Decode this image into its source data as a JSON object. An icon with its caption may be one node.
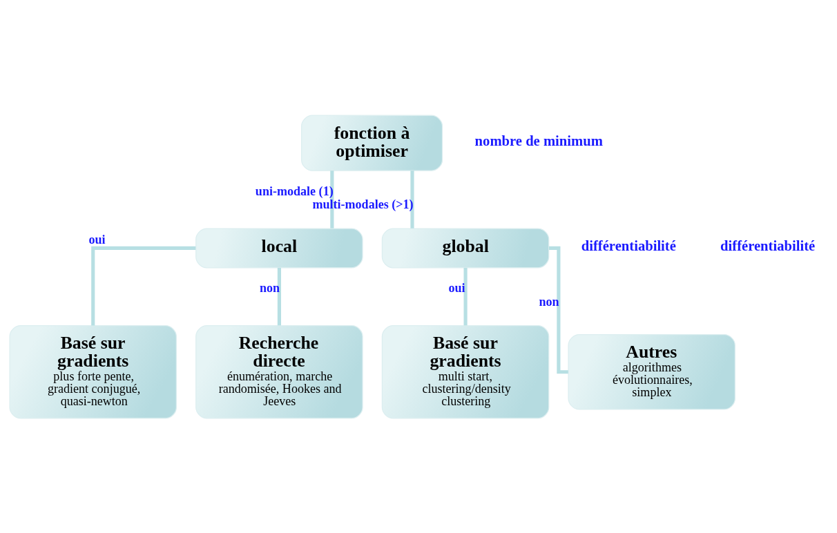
{
  "diagram": {
    "nodes": [
      {
        "text": [
          "fonction à optimiser"
        ]
      },
      {
        "text": [
          "local"
        ]
      },
      {
        "text": [
          "global"
        ]
      },
      {
        "text": [
          "Basé sur gradients",
          "plus forte pente, gradient conjugué, quasi-newton"
        ]
      },
      {
        "text": [
          "Recherche directe",
          "énumération, marche randomisée, Hookes and Jeeves"
        ]
      },
      {
        "text": [
          "Basé sur gradients",
          "multi start, clustering/density clustering"
        ]
      },
      {
        "text": [
          "Autres",
          "algorithmes évolutionnaires, simplex"
        ]
      }
    ],
    "edges": [
      {
        "from": 0,
        "to": 1,
        "arrow": "none",
        "label": "uni-modale (1)"
      },
      {
        "from": 0,
        "to": 2,
        "arrow": "none",
        "label": "multi-modales (>1)"
      },
      {
        "from": 1,
        "to": 3,
        "arrow": "none",
        "label": "oui"
      },
      {
        "from": 1,
        "to": 4,
        "arrow": "none",
        "label": "non"
      },
      {
        "from": 2,
        "to": 5,
        "arrow": "none",
        "label": "oui"
      },
      {
        "from": 2,
        "to": 6,
        "arrow": "none",
        "label": "non"
      }
    ],
    "labels": [
      "nombre de minimum",
      "différentiabilité",
      "différentiabilité"
    ]
  }
}
